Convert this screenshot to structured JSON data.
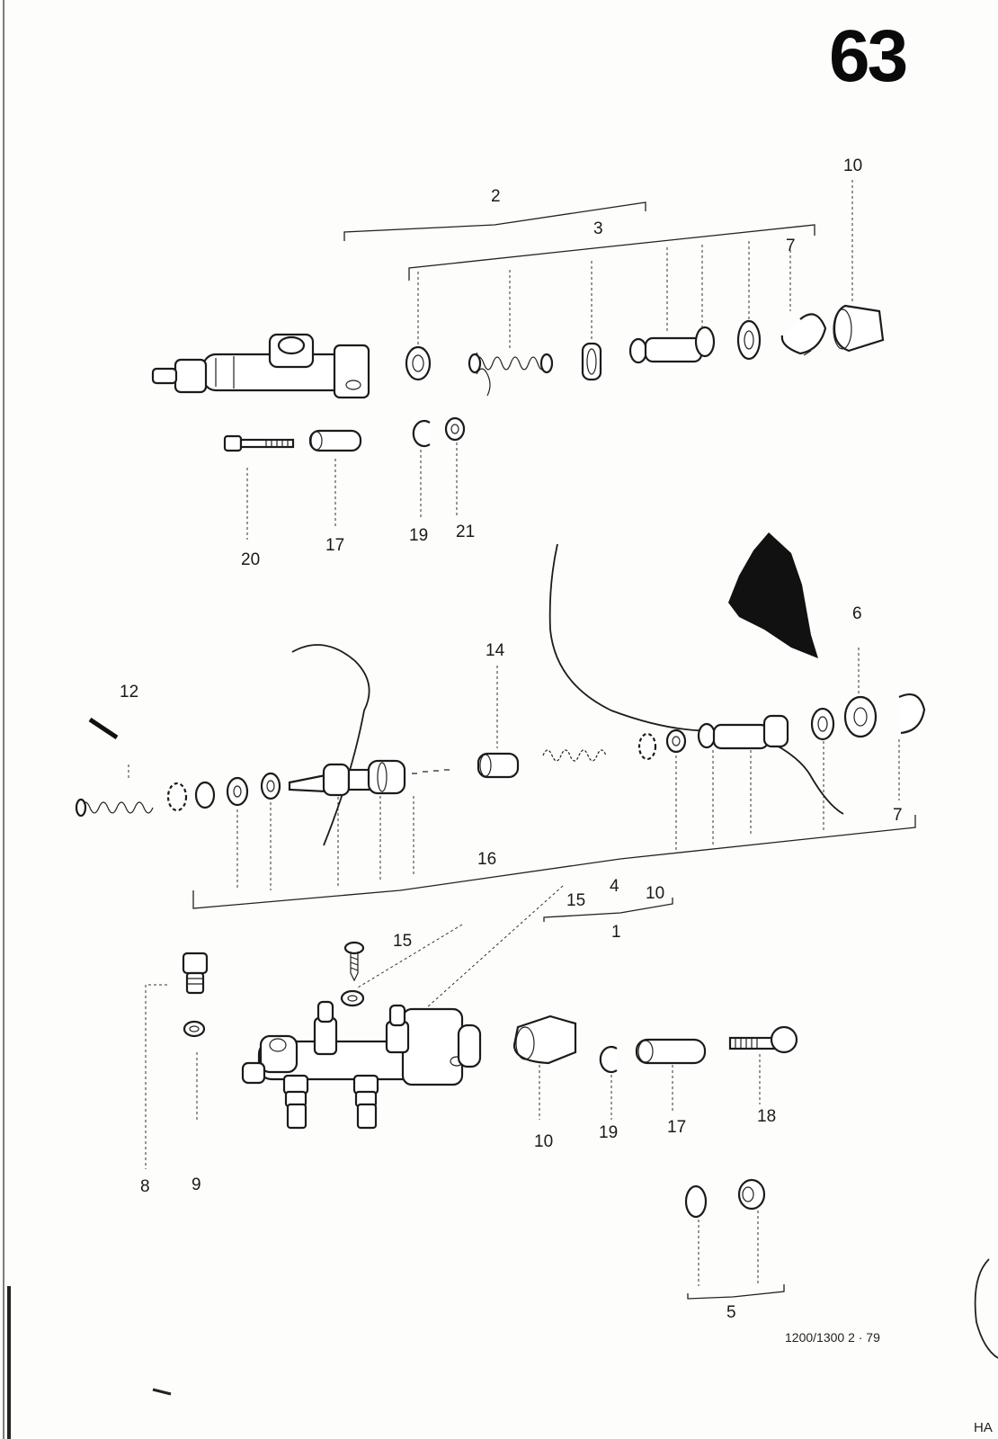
{
  "page_number": "63",
  "footer": "1200/1300   2 · 79",
  "edge_text": "HA",
  "part_labels": [
    {
      "id": "top-10",
      "text": "10"
    },
    {
      "id": "top-2",
      "text": "2"
    },
    {
      "id": "top-3",
      "text": "3"
    },
    {
      "id": "top-7",
      "text": "7"
    },
    {
      "id": "top-20",
      "text": "20"
    },
    {
      "id": "top-17",
      "text": "17"
    },
    {
      "id": "top-19",
      "text": "19"
    },
    {
      "id": "top-21",
      "text": "21"
    },
    {
      "id": "mid-6",
      "text": "6"
    },
    {
      "id": "mid-14",
      "text": "14"
    },
    {
      "id": "mid-12",
      "text": "12"
    },
    {
      "id": "mid-7",
      "text": "7"
    },
    {
      "id": "mid-16",
      "text": "16"
    },
    {
      "id": "mid-4",
      "text": "4"
    },
    {
      "id": "mid-10",
      "text": "10"
    },
    {
      "id": "mid-15a",
      "text": "15"
    },
    {
      "id": "mid-1",
      "text": "1"
    },
    {
      "id": "bot-15",
      "text": "15"
    },
    {
      "id": "bot-10",
      "text": "10"
    },
    {
      "id": "bot-19",
      "text": "19"
    },
    {
      "id": "bot-17",
      "text": "17"
    },
    {
      "id": "bot-18",
      "text": "18"
    },
    {
      "id": "bot-8",
      "text": "8"
    },
    {
      "id": "bot-9",
      "text": "9"
    },
    {
      "id": "bot-5",
      "text": "5"
    }
  ]
}
